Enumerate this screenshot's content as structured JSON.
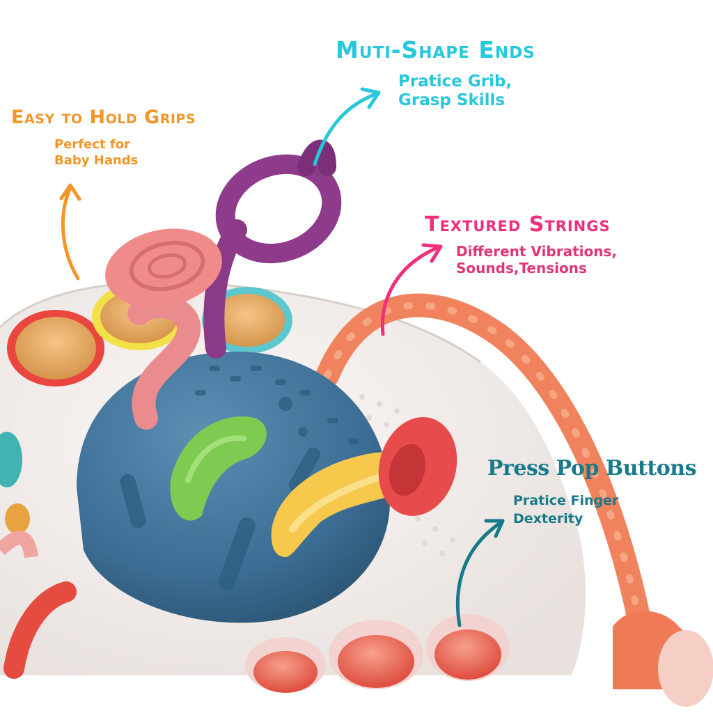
{
  "callouts": {
    "multi_shape": {
      "title": "Muti-Shape Ends",
      "line1": "Pratice Grib,",
      "line2": "Grasp Skills",
      "color": "#27c7dc"
    },
    "easy_grip": {
      "title": "Easy to Hold Grips",
      "line1": "Perfect for",
      "line2": "Baby Hands",
      "color": "#f2962a"
    },
    "textured": {
      "title": "Textured Strings",
      "line1": "Different Vibrations,",
      "line2": "Sounds,Tensions",
      "color": "#ef2f7d"
    },
    "pop_buttons": {
      "title": "Press Pop Buttons",
      "line1": "Pratice Finger",
      "line2": "Dexterity",
      "color": "#17798a"
    }
  }
}
